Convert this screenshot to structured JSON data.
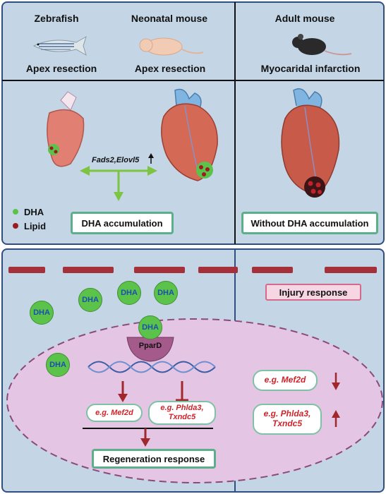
{
  "top": {
    "zebrafish": "Zebrafish",
    "neonatal_mouse": "Neonatal mouse",
    "adult_mouse": "Adult mouse",
    "apex_resection_1": "Apex resection",
    "apex_resection_2": "Apex resection",
    "myocardial_infarction": "Myocaridal infarction"
  },
  "middle": {
    "genes": "Fads2,Elovl5",
    "legend_dha": "DHA",
    "legend_lipid": "Lipid",
    "dha_accumulation": "DHA accumulation",
    "without_dha": "Without DHA accumulation"
  },
  "bottom": {
    "dha_label": "DHA",
    "ppard": "PparD",
    "injury_response": "Injury response",
    "left_mef2d": "e.g. Mef2d",
    "left_phlda": "e.g. Phlda3,",
    "left_txndc": "Txndc5",
    "right_mef2d": "e.g. Mef2d",
    "right_phlda": "e.g. Phlda3,",
    "right_txndc": "Txndc5",
    "regeneration_response": "Regeneration response"
  },
  "colors": {
    "panel_bg": "#c4d6e6",
    "panel_border": "#2f4f83",
    "dha_green": "#5cc34a",
    "lipid_red": "#9b1b22",
    "arrow_red": "#a0282d",
    "box_border": "#5bb08a"
  }
}
